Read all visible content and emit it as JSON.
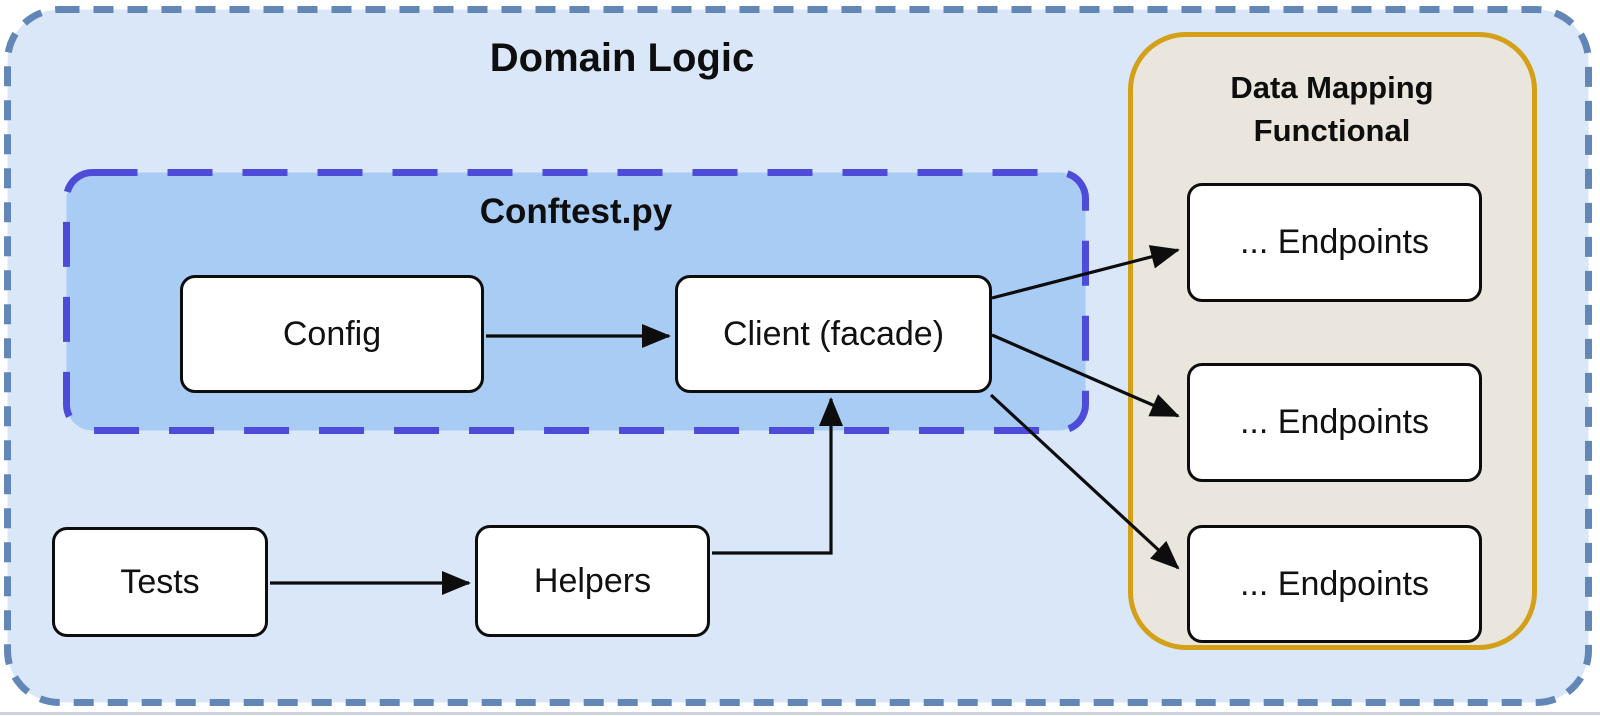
{
  "diagram": {
    "containers": {
      "domain_logic": {
        "title": "Domain Logic",
        "fill": "#d9e7f9",
        "border_color": "#6287b6",
        "border_style": "dashed"
      },
      "conftest": {
        "title": "Conftest.py",
        "fill": "#a9ccf5",
        "border_color": "#4d4bd8",
        "border_style": "dashed"
      },
      "data_mapping": {
        "title": "Data Mapping Functional",
        "fill": "#eae6dd",
        "border_color": "#d3a018",
        "border_style": "solid"
      }
    },
    "nodes": {
      "config": {
        "label": "Config"
      },
      "client": {
        "label": "Client (facade)"
      },
      "tests": {
        "label": "Tests"
      },
      "helpers": {
        "label": "Helpers"
      },
      "endpoints": [
        {
          "label": "... Endpoints"
        },
        {
          "label": "... Endpoints"
        },
        {
          "label": "... Endpoints"
        }
      ]
    },
    "node_style": {
      "fill": "#ffffff",
      "border_color": "#0d0d0d",
      "text_color": "#111111"
    },
    "arrow_color": "#0d0d0d",
    "edges": [
      {
        "from": "config",
        "to": "client"
      },
      {
        "from": "tests",
        "to": "helpers"
      },
      {
        "from": "helpers",
        "to": "client"
      },
      {
        "from": "client",
        "to": "endpoints.0"
      },
      {
        "from": "client",
        "to": "endpoints.1"
      },
      {
        "from": "client",
        "to": "endpoints.2"
      }
    ]
  }
}
